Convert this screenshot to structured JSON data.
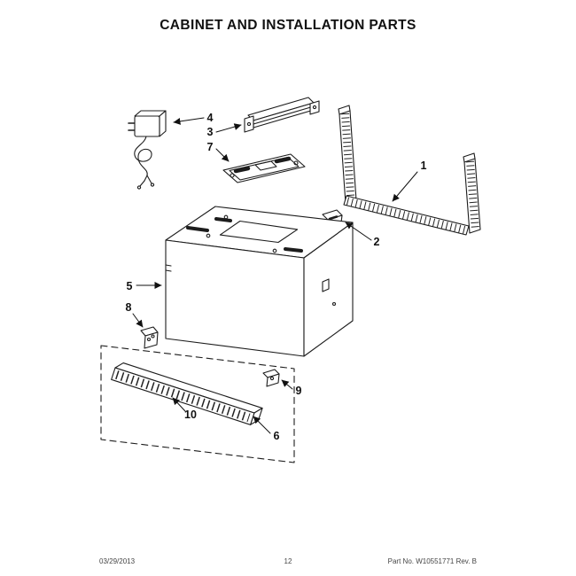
{
  "page": {
    "title": "CABINET AND INSTALLATION PARTS"
  },
  "callouts": {
    "c1": "1",
    "c2": "2",
    "c3": "3",
    "c4": "4",
    "c5": "5",
    "c6": "6",
    "c7": "7",
    "c8": "8",
    "c9": "9",
    "c10": "10"
  },
  "footer": {
    "date": "03/29/2013",
    "page_number": "12",
    "part_info": "Part No. W10551771  Rev. B"
  }
}
